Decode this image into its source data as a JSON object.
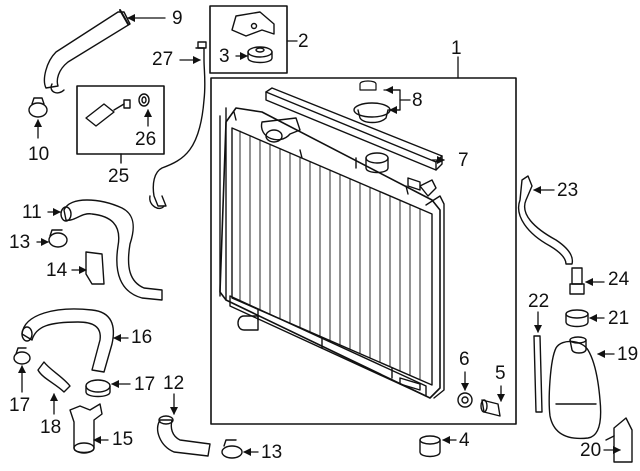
{
  "callouts": {
    "c1": "1",
    "c2": "2",
    "c3": "3",
    "c4": "4",
    "c5": "5",
    "c6": "6",
    "c7": "7",
    "c8": "8",
    "c9": "9",
    "c10": "10",
    "c11": "11",
    "c12": "12",
    "c13a": "13",
    "c13b": "13",
    "c14": "14",
    "c15": "15",
    "c16": "16",
    "c17a": "17",
    "c17b": "17",
    "c18": "18",
    "c19": "19",
    "c20": "20",
    "c21": "21",
    "c22": "22",
    "c23": "23",
    "c24": "24",
    "c25": "25",
    "c26": "26",
    "c27": "27"
  }
}
